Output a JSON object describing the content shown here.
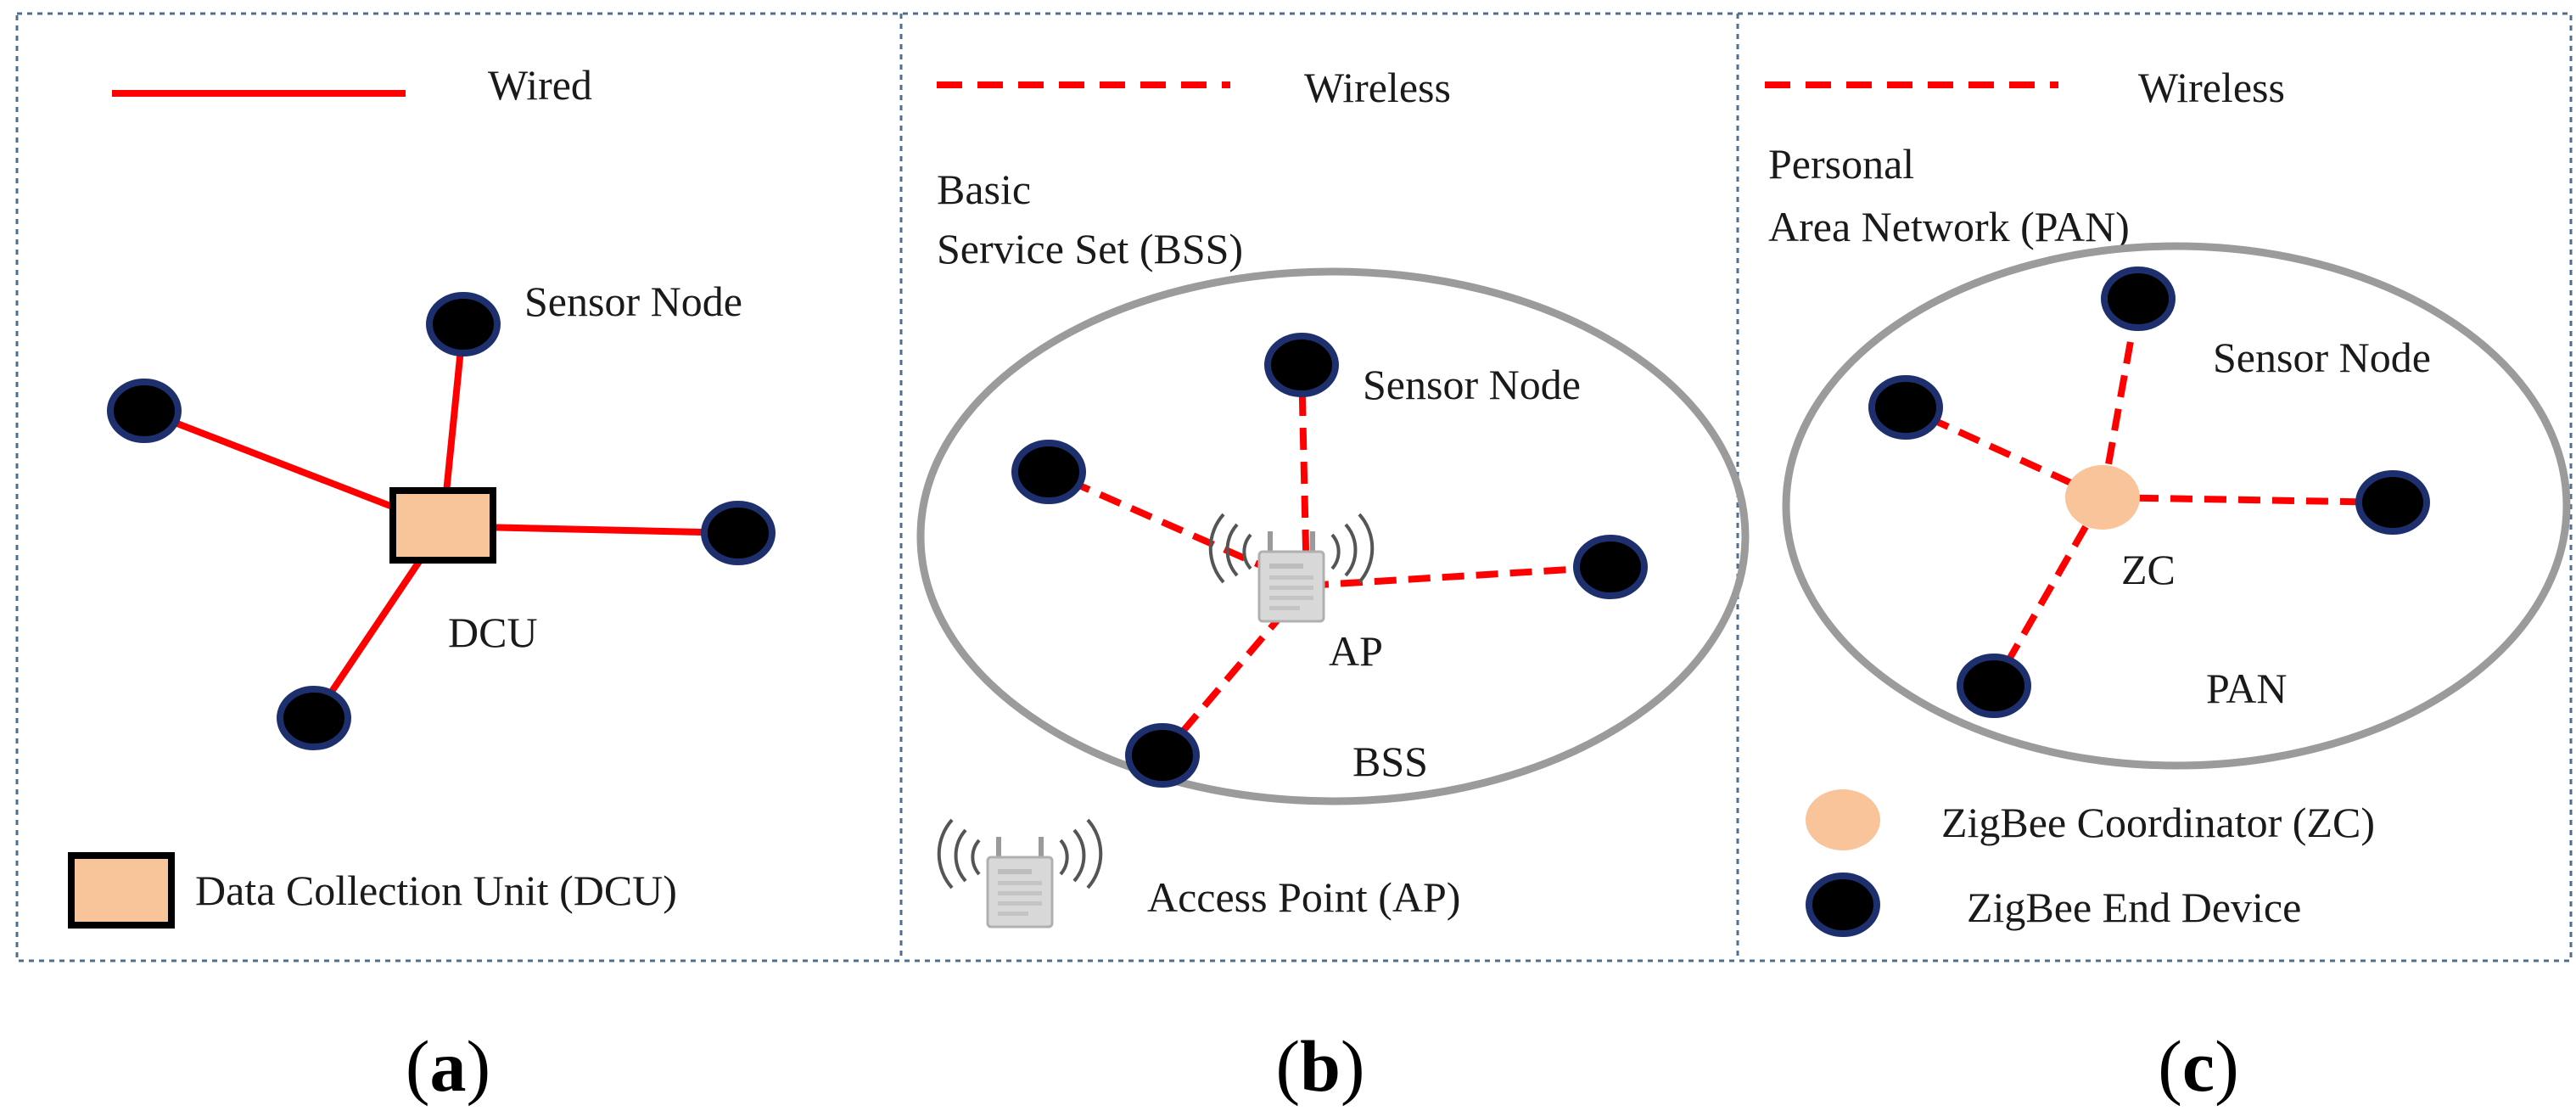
{
  "colors": {
    "wire": "#ff0000",
    "node_fill": "#000000",
    "node_stroke": "#1e2f6e",
    "dcu_fill": "#f8c59a",
    "zc_fill": "#f9c49a",
    "cloud": "#9b9b9b",
    "frame": "#4f6f8f"
  },
  "icons": {
    "access_point": "wifi-access-point-icon",
    "sensor_node": "circle-node-icon",
    "dcu": "square-box-icon"
  },
  "panel_a": {
    "legend_line_label": "Wired",
    "node_label": "Sensor Node",
    "center_label": "DCU",
    "legend_box_label": "Data Collection Unit (DCU)",
    "caption_open": "(",
    "caption_letter": "a",
    "caption_close": ")"
  },
  "panel_b": {
    "legend_line_label": "Wireless",
    "set_label_line1": "Basic",
    "set_label_line2": "Service Set (BSS)",
    "node_label": "Sensor Node",
    "center_label": "AP",
    "area_label": "BSS",
    "legend_ap_label": "Access Point (AP)",
    "caption_open": "(",
    "caption_letter": "b",
    "caption_close": ")"
  },
  "panel_c": {
    "legend_line_label": "Wireless",
    "network_label_line1": "Personal",
    "network_label_line2": "Area Network (PAN)",
    "node_label": "Sensor Node",
    "center_label": "ZC",
    "area_label": "PAN",
    "legend_zc_label": "ZigBee Coordinator (ZC)",
    "legend_end_label": "ZigBee End Device",
    "caption_open": "(",
    "caption_letter": "c",
    "caption_close": ")"
  }
}
